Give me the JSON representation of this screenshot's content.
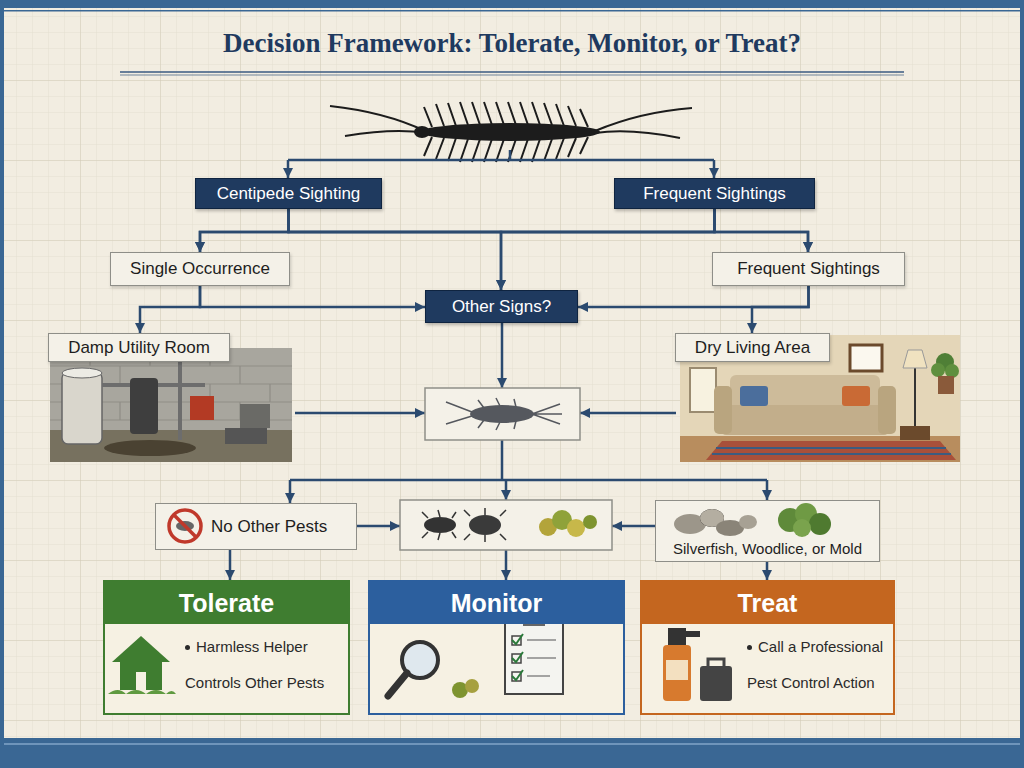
{
  "diagram": {
    "title": "Decision Framework: Tolerate, Monitor, or Treat?",
    "nodes": [
      {
        "text": [
          "Centipede Sighting"
        ]
      },
      {
        "text": [
          "Frequent Sightings"
        ]
      },
      {
        "text": [
          "Single Occurrence"
        ]
      },
      {
        "text": [
          "Other Signs?"
        ]
      },
      {
        "text": [
          "Frequent Sightings"
        ]
      },
      {
        "text": [
          "Damp Utility Room"
        ]
      },
      {
        "text": [
          "Dry Living Area"
        ]
      },
      {
        "text": [
          "No Other Pests"
        ]
      },
      {
        "text": [
          "Silverfish, Woodlice, or Mold"
        ]
      },
      {
        "text": [
          "Tolerate",
          "Harmless Helper",
          "Controls Other Pests"
        ]
      },
      {
        "text": [
          "Monitor"
        ]
      },
      {
        "text": [
          "Treat",
          "Call a Professional",
          "Pest Control Action"
        ]
      }
    ],
    "edges": [
      {
        "from": 0,
        "to": 2,
        "arrow": "to"
      },
      {
        "from": 0,
        "to": 3,
        "arrow": "to"
      },
      {
        "from": 0,
        "to": 4,
        "arrow": "to"
      },
      {
        "from": 1,
        "to": 2,
        "arrow": "to"
      },
      {
        "from": 1,
        "to": 3,
        "arrow": "to"
      },
      {
        "from": 1,
        "to": 4,
        "arrow": "to"
      },
      {
        "from": 2,
        "to": 5,
        "arrow": "to"
      },
      {
        "from": 2,
        "to": 3,
        "arrow": "to"
      },
      {
        "from": 4,
        "to": 6,
        "arrow": "to"
      },
      {
        "from": 4,
        "to": 3,
        "arrow": "to"
      },
      {
        "from": 7,
        "to": 9,
        "arrow": "to"
      },
      {
        "from": 8,
        "to": 11,
        "arrow": "to"
      }
    ]
  }
}
